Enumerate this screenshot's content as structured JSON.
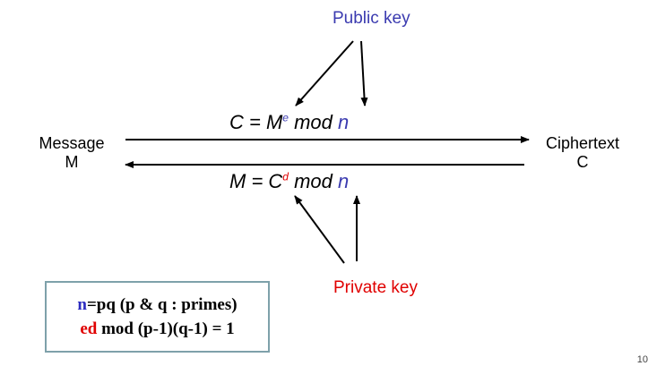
{
  "labels": {
    "public_key": "Public key",
    "private_key": "Private key"
  },
  "nodes": {
    "message_line1": "Message",
    "message_line2": "M",
    "cipher_line1": "Ciphertext",
    "cipher_line2": "C"
  },
  "encryption": {
    "lhs": "C",
    "equals": " = ",
    "base": "M",
    "exponent": "e",
    "op": " mod ",
    "modulus": "n"
  },
  "decryption": {
    "lhs": "M",
    "equals": " = ",
    "base": "C",
    "exponent": "d",
    "op": " mod ",
    "modulus": "n"
  },
  "conditions": {
    "line1_var": "n",
    "line1_rest": "=pq (p & q : primes)",
    "line2_var": "ed",
    "line2_rest": " mod (p-1)(q-1) = 1"
  },
  "page_number": "10",
  "colors": {
    "public_blue": "#3b3bb0",
    "private_red": "#e00000"
  }
}
